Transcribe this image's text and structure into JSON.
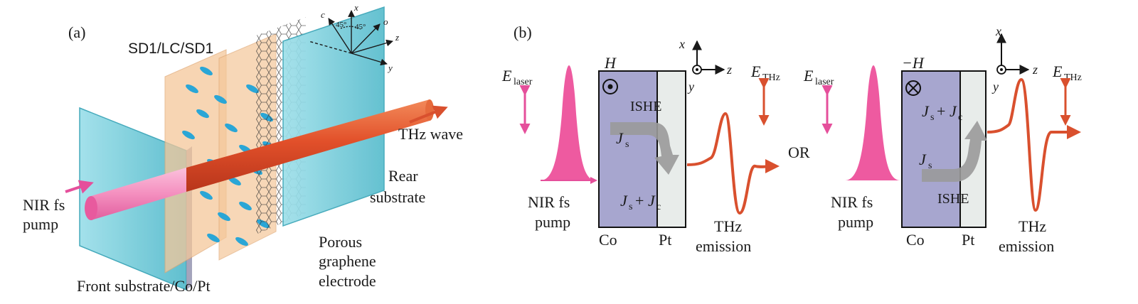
{
  "panel_a": {
    "label": "(a)",
    "stack_label": "SD1/LC/SD1",
    "axes": {
      "c": "c",
      "x": "x",
      "o": "o",
      "z": "z",
      "y": "y",
      "angle_left": "45°",
      "angle_right": "45°"
    },
    "thz_wave": "THz wave",
    "rear_substrate_line1": "Rear",
    "rear_substrate_line2": "substrate",
    "nir_line1": "NIR fs",
    "nir_line2": "pump",
    "porous_line1": "Porous",
    "porous_line2": "graphene",
    "porous_line3": "electrode",
    "front_substrate": "Front substrate/Co/Pt"
  },
  "panel_b": {
    "label": "(b)",
    "or_label": "OR",
    "left": {
      "field": "H",
      "laser_E": "E",
      "laser_sub": "laser",
      "thz_E": "E",
      "thz_sub": "THz",
      "ishe": "ISHE",
      "js": "J",
      "js_sub": "s",
      "jsjc_a": "J",
      "jsjc_sub1": "s",
      "jsjc_plus": "+",
      "jsjc_b": "J",
      "jsjc_sub2": "c",
      "co": "Co",
      "pt": "Pt",
      "nir_line1": "NIR fs",
      "nir_line2": "pump",
      "thz_line1": "THz",
      "thz_line2": "emission",
      "axis_x": "x",
      "axis_z": "z",
      "axis_y": "y"
    },
    "right": {
      "field": "−H",
      "laser_E": "E",
      "laser_sub": "laser",
      "thz_E": "E",
      "thz_sub": "THz",
      "ishe": "ISHE",
      "js": "J",
      "js_sub": "s",
      "jsjc_a": "J",
      "jsjc_sub1": "s",
      "jsjc_plus": "+",
      "jsjc_b": "J",
      "jsjc_sub2": "c",
      "co": "Co",
      "pt": "Pt",
      "nir_line1": "NIR fs",
      "nir_line2": "pump",
      "thz_line1": "THz",
      "thz_line2": "emission",
      "axis_x": "x",
      "axis_z": "z",
      "axis_y": "y"
    }
  },
  "colors": {
    "substrate": "#7fd3df",
    "lc_sheet": "#f5c79a",
    "lc_molecule": "#2aa6d6",
    "beam": "#e2502a",
    "pump": "#ee5aa0",
    "co_layer": "#a7a6cf",
    "pt_layer": "#e8ecea",
    "thz_wave": "#d9502e",
    "spin_arrow": "#9a9a9a"
  }
}
